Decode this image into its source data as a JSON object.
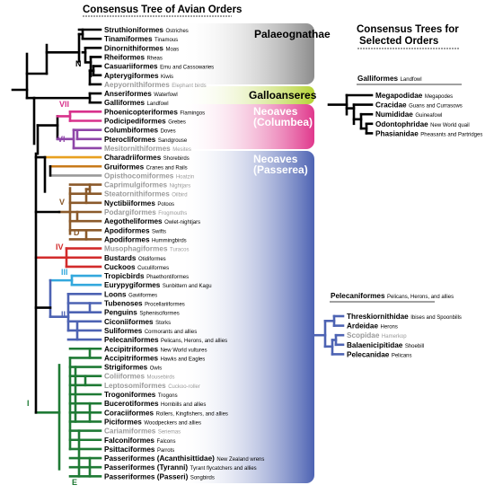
{
  "title": "Consensus Tree of Avian Orders",
  "side_title": [
    "Consensus Trees for",
    "Selected Orders"
  ],
  "groups": {
    "palaeognathae": "Palaeognathae",
    "galloanseres": "Galloanseres",
    "neoaves_columbea": [
      "Neoaves",
      "(Columbea)"
    ],
    "neoaves_passerea": [
      "Neoaves",
      "(Passerea)"
    ]
  },
  "clade_labels": [
    "N",
    "VII",
    "VI",
    "V",
    "D",
    "IV",
    "III",
    "II",
    "I",
    "E"
  ],
  "taxa": [
    {
      "name": "Struthioniformes",
      "common": "Ostriches",
      "extinct": false
    },
    {
      "name": "Tinamiformes",
      "common": "Tinamous",
      "extinct": false
    },
    {
      "name": "Dinornithiformes",
      "common": "Moas",
      "extinct": false
    },
    {
      "name": "Rheiformes",
      "common": "Rheas",
      "extinct": false
    },
    {
      "name": "Casuariiformes",
      "common": "Emu and Cassowaries",
      "extinct": false
    },
    {
      "name": "Apterygiformes",
      "common": "Kiwis",
      "extinct": false
    },
    {
      "name": "Aepyornithiformes",
      "common": "Elephant birds",
      "extinct": true
    },
    {
      "name": "Anseriformes",
      "common": "Waterfowl",
      "extinct": false
    },
    {
      "name": "Galliformes",
      "common": "Landfowl",
      "extinct": false
    },
    {
      "name": "Phoenicopteriformes",
      "common": "Flamingos",
      "extinct": false
    },
    {
      "name": "Podicipediformes",
      "common": "Grebes",
      "extinct": false
    },
    {
      "name": "Columbiformes",
      "common": "Doves",
      "extinct": false
    },
    {
      "name": "Pterocliformes",
      "common": "Sandgrouse",
      "extinct": false
    },
    {
      "name": "Mesitornithiformes",
      "common": "Mesites",
      "extinct": true
    },
    {
      "name": "Charadriiformes",
      "common": "Shorebirds",
      "extinct": false
    },
    {
      "name": "Gruiformes",
      "common": "Cranes and Rails",
      "extinct": false
    },
    {
      "name": "Opisthocomiformes",
      "common": "Hoatzin",
      "extinct": true
    },
    {
      "name": "Caprimulgiformes",
      "common": "Nightjars",
      "extinct": true
    },
    {
      "name": "Steatornithiformes",
      "common": "Oilbird",
      "extinct": true
    },
    {
      "name": "Nyctibiiformes",
      "common": "Potoos",
      "extinct": false
    },
    {
      "name": "Podargiformes",
      "common": "Frogmouths",
      "extinct": true
    },
    {
      "name": "Aegotheliformes",
      "common": "Owlet-nightjars",
      "extinct": false
    },
    {
      "name": "Apodiformes",
      "common": "Swifts",
      "extinct": false
    },
    {
      "name": "Apodiformes",
      "common": "Hummingbirds",
      "extinct": false
    },
    {
      "name": "Musophagiformes",
      "common": "Turacos",
      "extinct": true
    },
    {
      "name": "Bustards",
      "common": "Otidiformes",
      "extinct": false
    },
    {
      "name": "Cuckoos",
      "common": "Cuculiformes",
      "extinct": false
    },
    {
      "name": "Tropicbirds",
      "common": "Phaethontiformes",
      "extinct": false
    },
    {
      "name": "Eurypygiformes",
      "common": "Sunbittern and Kagu",
      "extinct": false
    },
    {
      "name": "Loons",
      "common": "Gaviiformes",
      "extinct": false
    },
    {
      "name": "Tubenoses",
      "common": "Procellariiformes",
      "extinct": false
    },
    {
      "name": "Penguins",
      "common": "Sphenisciformes",
      "extinct": false
    },
    {
      "name": "Ciconiiformes",
      "common": "Storks",
      "extinct": false
    },
    {
      "name": "Suliformes",
      "common": "Cormorants and allies",
      "extinct": false
    },
    {
      "name": "Pelecaniformes",
      "common": "Pelicans, Herons, and allies",
      "extinct": false
    },
    {
      "name": "Accipitriformes",
      "common": "New World vultures",
      "extinct": false
    },
    {
      "name": "Accipitriformes",
      "common": "Hawks and Eagles",
      "extinct": false
    },
    {
      "name": "Strigiformes",
      "common": "Owls",
      "extinct": false
    },
    {
      "name": "Coliiformes",
      "common": "Mousebirds",
      "extinct": true
    },
    {
      "name": "Leptosomiformes",
      "common": "Cuckoo-roller",
      "extinct": true
    },
    {
      "name": "Trogoniformes",
      "common": "Trogons",
      "extinct": false
    },
    {
      "name": "Bucerotiformes",
      "common": "Hornbills and allies",
      "extinct": false
    },
    {
      "name": "Coraciiformes",
      "common": "Rollers, Kingfishers, and allies",
      "extinct": false
    },
    {
      "name": "Piciformes",
      "common": "Woodpeckers and allies",
      "extinct": false
    },
    {
      "name": "Cariamiformes",
      "common": "Seriemas",
      "extinct": true
    },
    {
      "name": "Falconiformes",
      "common": "Falcons",
      "extinct": false
    },
    {
      "name": "Psittaciformes",
      "common": "Parrots",
      "extinct": false
    },
    {
      "name": "Passeriformes (Acanthisittidae)",
      "common": "New Zealand wrens",
      "extinct": false
    },
    {
      "name": "Passeriformes (Tyranni)",
      "common": "Tyrant flycatchers and allies",
      "extinct": false
    },
    {
      "name": "Passeriformes (Passeri)",
      "common": "Songbirds",
      "extinct": false
    }
  ],
  "galliformes_tree": {
    "header": "Galliformes",
    "header_common": "Landfowl",
    "taxa": [
      {
        "name": "Megapodidae",
        "common": "Megapodes"
      },
      {
        "name": "Cracidae",
        "common": "Guans and Currasows"
      },
      {
        "name": "Numididae",
        "common": "Guineafowl"
      },
      {
        "name": "Odontophridae",
        "common": "New World quail"
      },
      {
        "name": "Phasianidae",
        "common": "Pheasants and Partridges"
      }
    ]
  },
  "pelecaniformes_tree": {
    "header": "Pelecaniformes",
    "header_common": "Pelicans, Herons, and allies",
    "taxa": [
      {
        "name": "Threskiornithidae",
        "common": "Ibises and Spoonbills",
        "extinct": false
      },
      {
        "name": "Ardeidae",
        "common": "Herons",
        "extinct": false
      },
      {
        "name": "Scopidae",
        "common": "Hamerkop",
        "extinct": true
      },
      {
        "name": "Balaenicipitidae",
        "common": "Shoebill",
        "extinct": false
      },
      {
        "name": "Pelecanidae",
        "common": "Pelicans",
        "extinct": false
      }
    ]
  },
  "colors": {
    "black": "#000000",
    "palaeognathae_band": "#8c8c8c",
    "galloanseres_band": "#b5d334",
    "columbea_band": "#e0388c",
    "passerea_band": "#4d63b3",
    "clade_vii": "#d8328c",
    "clade_vi": "#8e46a8",
    "clade_v": "#8b5a2b",
    "clade_iv": "#d22b2b",
    "clade_iii": "#33a8dd",
    "clade_ii": "#4d63b3",
    "clade_i": "#1f7a35",
    "charadriiformes": "#e8a020",
    "gruiformes": "#c87a1a",
    "extinct_text": "#9a9a9a"
  }
}
